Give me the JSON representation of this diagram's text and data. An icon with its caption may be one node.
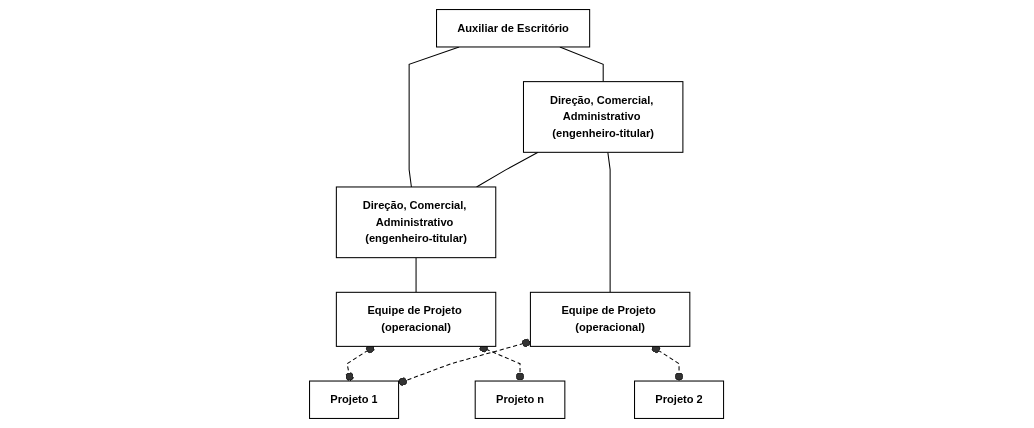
{
  "diagram": {
    "nodes": [
      {
        "text": [
          "Direção, Comercial, Administrativo (engenheiro-titular)"
        ]
      },
      {
        "text": [
          "Direção, Comercial, Administrativo (engenheiro-titular)"
        ]
      },
      {
        "text": [
          "Auxiliar de Escritório"
        ]
      },
      {
        "text": [
          "Equipe de Projeto (operacional)"
        ]
      },
      {
        "text": [
          "Equipe de Projeto (operacional)"
        ]
      },
      {
        "text": [
          "Projeto 1"
        ]
      },
      {
        "text": [
          "Projeto 2"
        ]
      },
      {
        "text": [
          "Projeto n"
        ]
      }
    ],
    "edges": [
      {
        "from": 0,
        "to": 1,
        "arrow": "none"
      },
      {
        "from": 0,
        "to": 3,
        "arrow": "none"
      },
      {
        "from": 1,
        "to": 4,
        "arrow": "none"
      },
      {
        "from": 2,
        "to": 0,
        "arrow": "none"
      },
      {
        "from": 2,
        "to": 1,
        "arrow": "none"
      },
      {
        "from": 3,
        "to": 5,
        "arrow": "other",
        "style": "dashed"
      },
      {
        "from": 3,
        "to": 6,
        "arrow": "other",
        "style": "dashed"
      },
      {
        "from": 4,
        "to": 5,
        "arrow": "other",
        "style": "dashed"
      },
      {
        "from": 4,
        "to": 7,
        "arrow": "other",
        "style": "dashed"
      }
    ]
  }
}
